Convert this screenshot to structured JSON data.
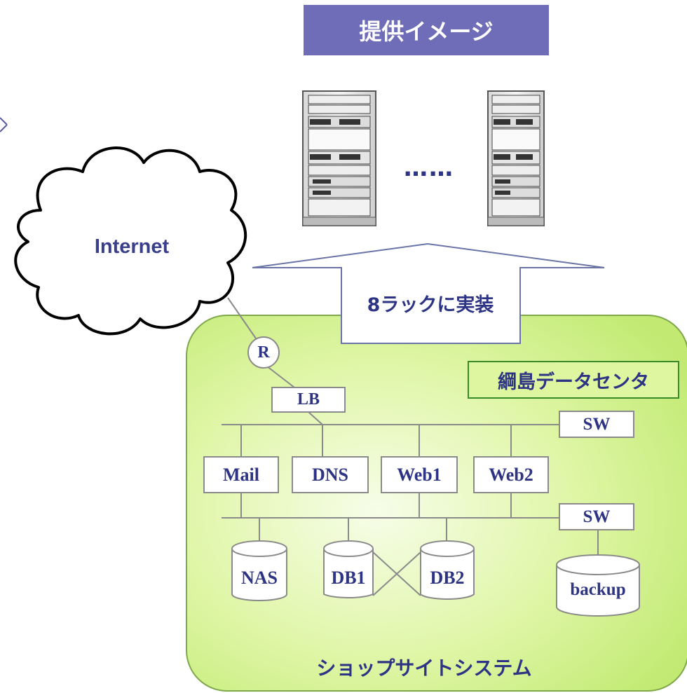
{
  "title": "提供イメージ",
  "internet_label": "Internet",
  "arrow_label": "8ラックに実装",
  "ellipsis": "……",
  "datacenter_label": "綱島データセンタ",
  "system_label": "ショップサイトシステム",
  "router_label": "R",
  "lb_label": "LB",
  "switches": [
    "SW",
    "SW"
  ],
  "servers": [
    "Mail",
    "DNS",
    "Web1",
    "Web2"
  ],
  "storage": [
    "NAS",
    "DB1",
    "DB2",
    "backup"
  ],
  "colors": {
    "banner": "#6f6cb8",
    "text": "#2e3484",
    "zone_fill": "#c8ef7a",
    "zone_stroke": "#7fa84a",
    "datacenter_border": "#3a8a2a",
    "line": "#8a8a8a"
  }
}
